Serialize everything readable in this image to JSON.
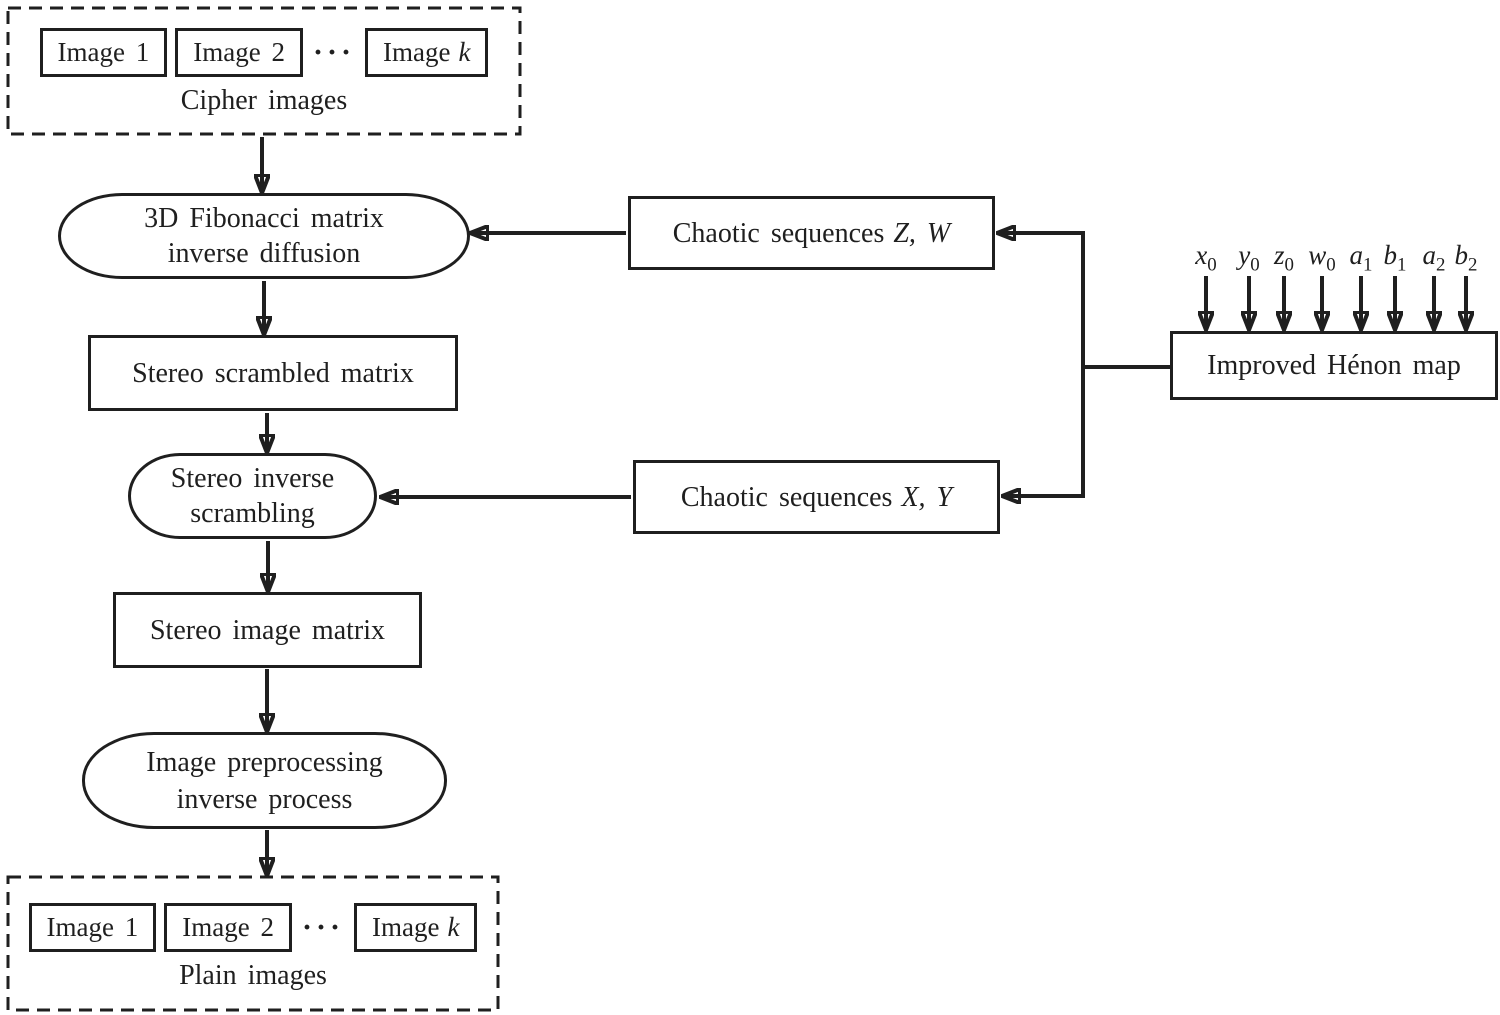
{
  "colors": {
    "ink": "#1f1f1f",
    "background": "#ffffff"
  },
  "cipher_group": {
    "label": "Cipher images",
    "image1": "Image 1",
    "image2": "Image 2",
    "dots": "···",
    "image_k_prefix": "Image",
    "image_k_var": "k"
  },
  "plain_group": {
    "label": "Plain images",
    "image1": "Image 1",
    "image2": "Image 2",
    "dots": "···",
    "image_k_prefix": "Image",
    "image_k_var": "k"
  },
  "nodes": {
    "fibonacci": {
      "line1": "3D Fibonacci matrix",
      "line2": "inverse diffusion"
    },
    "scrambled_matrix": {
      "label": "Stereo scrambled matrix"
    },
    "inverse_scrambling": {
      "line1": "Stereo inverse",
      "line2": "scrambling"
    },
    "image_matrix": {
      "label": "Stereo image matrix"
    },
    "preprocessing": {
      "line1": "Image preprocessing",
      "line2": "inverse process"
    },
    "chaotic_zw": {
      "prefix": "Chaotic sequences",
      "vars": "Z, W"
    },
    "chaotic_xy": {
      "prefix": "Chaotic sequences",
      "vars": "X, Y"
    },
    "henon": {
      "label": "Improved Hénon map"
    }
  },
  "henon_inputs": [
    {
      "base": "x",
      "sub": "0"
    },
    {
      "base": "y",
      "sub": "0"
    },
    {
      "base": "z",
      "sub": "0"
    },
    {
      "base": "w",
      "sub": "0"
    },
    {
      "base": "a",
      "sub": "1"
    },
    {
      "base": "b",
      "sub": "1"
    },
    {
      "base": "a",
      "sub": "2"
    },
    {
      "base": "b",
      "sub": "2"
    }
  ]
}
